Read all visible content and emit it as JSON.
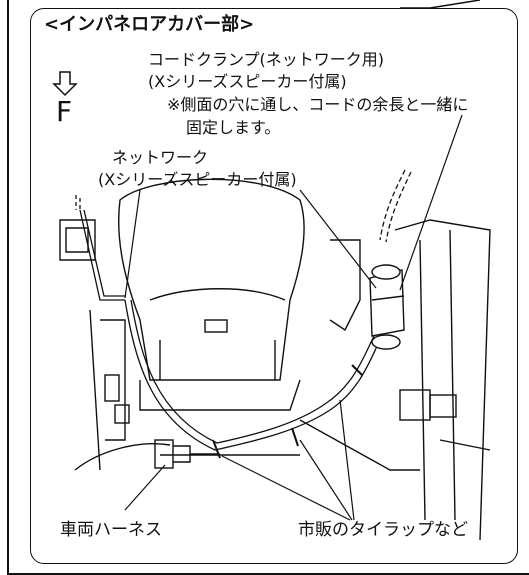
{
  "diagram": {
    "title": "<インパネロアカバー部>",
    "direction_label": "F",
    "clamp_callout": {
      "line1": "コードクランプ(ネットワーク用)",
      "line2": "(Xシリーズスピーカー付属)",
      "line3": "※側面の穴に通し、コードの余長と一緒に",
      "line4": "固定します。"
    },
    "network_callout": {
      "line1": "ネットワーク",
      "line2": "(Xシリーズスピーカー付属)"
    },
    "harness_label": "車両ハーネス",
    "tie_wrap_label": "市販のタイラップなど"
  }
}
